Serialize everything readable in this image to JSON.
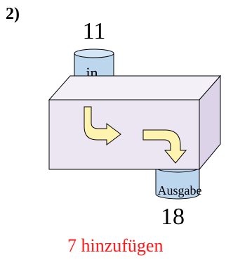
{
  "task_label": "2)",
  "input_number": "11",
  "input_label": "in",
  "output_number": "18",
  "output_label": "Ausgabe",
  "operation": "7 hinzufügen",
  "colors": {
    "box_front": "#ece6f3",
    "box_side": "#dcd3e8",
    "box_top": "#f4f0f8",
    "cylinder": "#bcd6ee",
    "arrow_fill": "#fff3b0",
    "operation_text": "#ff1a1a"
  }
}
